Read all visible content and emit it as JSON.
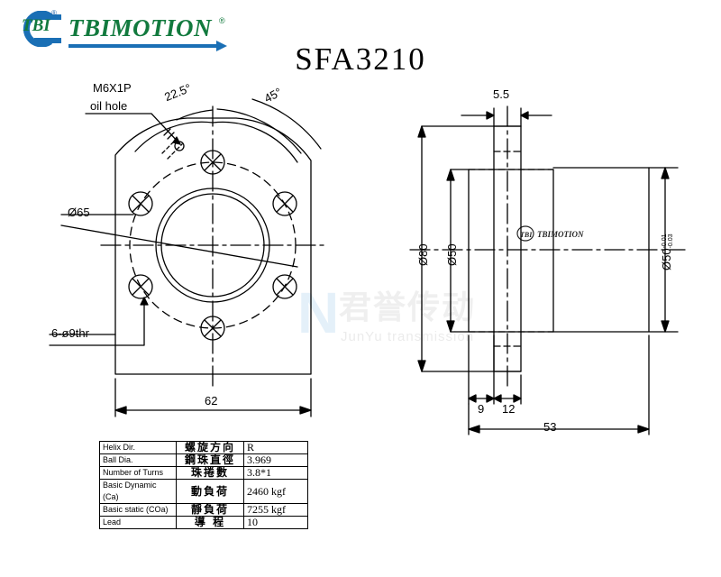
{
  "brand": {
    "mark_text": "TBI",
    "wordmark": "TBIMOTION",
    "registered": "®",
    "mark_registered": "®"
  },
  "title": "SFA3210",
  "watermark": {
    "logo_letter": "N",
    "chinese": "君誉传动",
    "english": "JunYu transmission"
  },
  "left_view": {
    "label_oil_hole_line1": "M6X1P",
    "label_oil_hole_line2": "oil hole",
    "angle_1": "22.5°",
    "angle_2": "45°",
    "dia_bolt_circle": "Ø65",
    "holes": "6-ø9thr",
    "width": "62"
  },
  "right_view": {
    "flange_thickness": "5.5",
    "dia_flange": "Ø80",
    "dia_body": "Ø50",
    "dia_bore": "Ø50",
    "bore_tol_upper": "-0.01",
    "bore_tol_lower": "-0.03",
    "dim_9": "9",
    "dim_12": "12",
    "dim_53": "53",
    "nut_logo_mark": "TBI",
    "nut_logo_word": "TBIMOTION",
    "nut_logo_reg": "®"
  },
  "spec_table": {
    "rows": [
      {
        "en": "Helix  Dir.",
        "cn": "螺旋方向",
        "value": "R"
      },
      {
        "en": "Ball Dia.",
        "cn": "鋼珠直徑",
        "value": "3.969"
      },
      {
        "en": "Number of Turns",
        "cn": "珠捲數",
        "value": "3.8*1"
      },
      {
        "en": "Basic Dynamic (Ca)",
        "cn": "動負荷",
        "value": "2460  kgf"
      },
      {
        "en": "Basic static (COa)",
        "cn": "靜負荷",
        "value": "7255  kgf"
      },
      {
        "en": "Lead",
        "cn": "導  程",
        "value": "10"
      }
    ]
  },
  "colors": {
    "brand_green": "#127a3e",
    "brand_blue": "#1a6fb5",
    "line": "#000000"
  }
}
